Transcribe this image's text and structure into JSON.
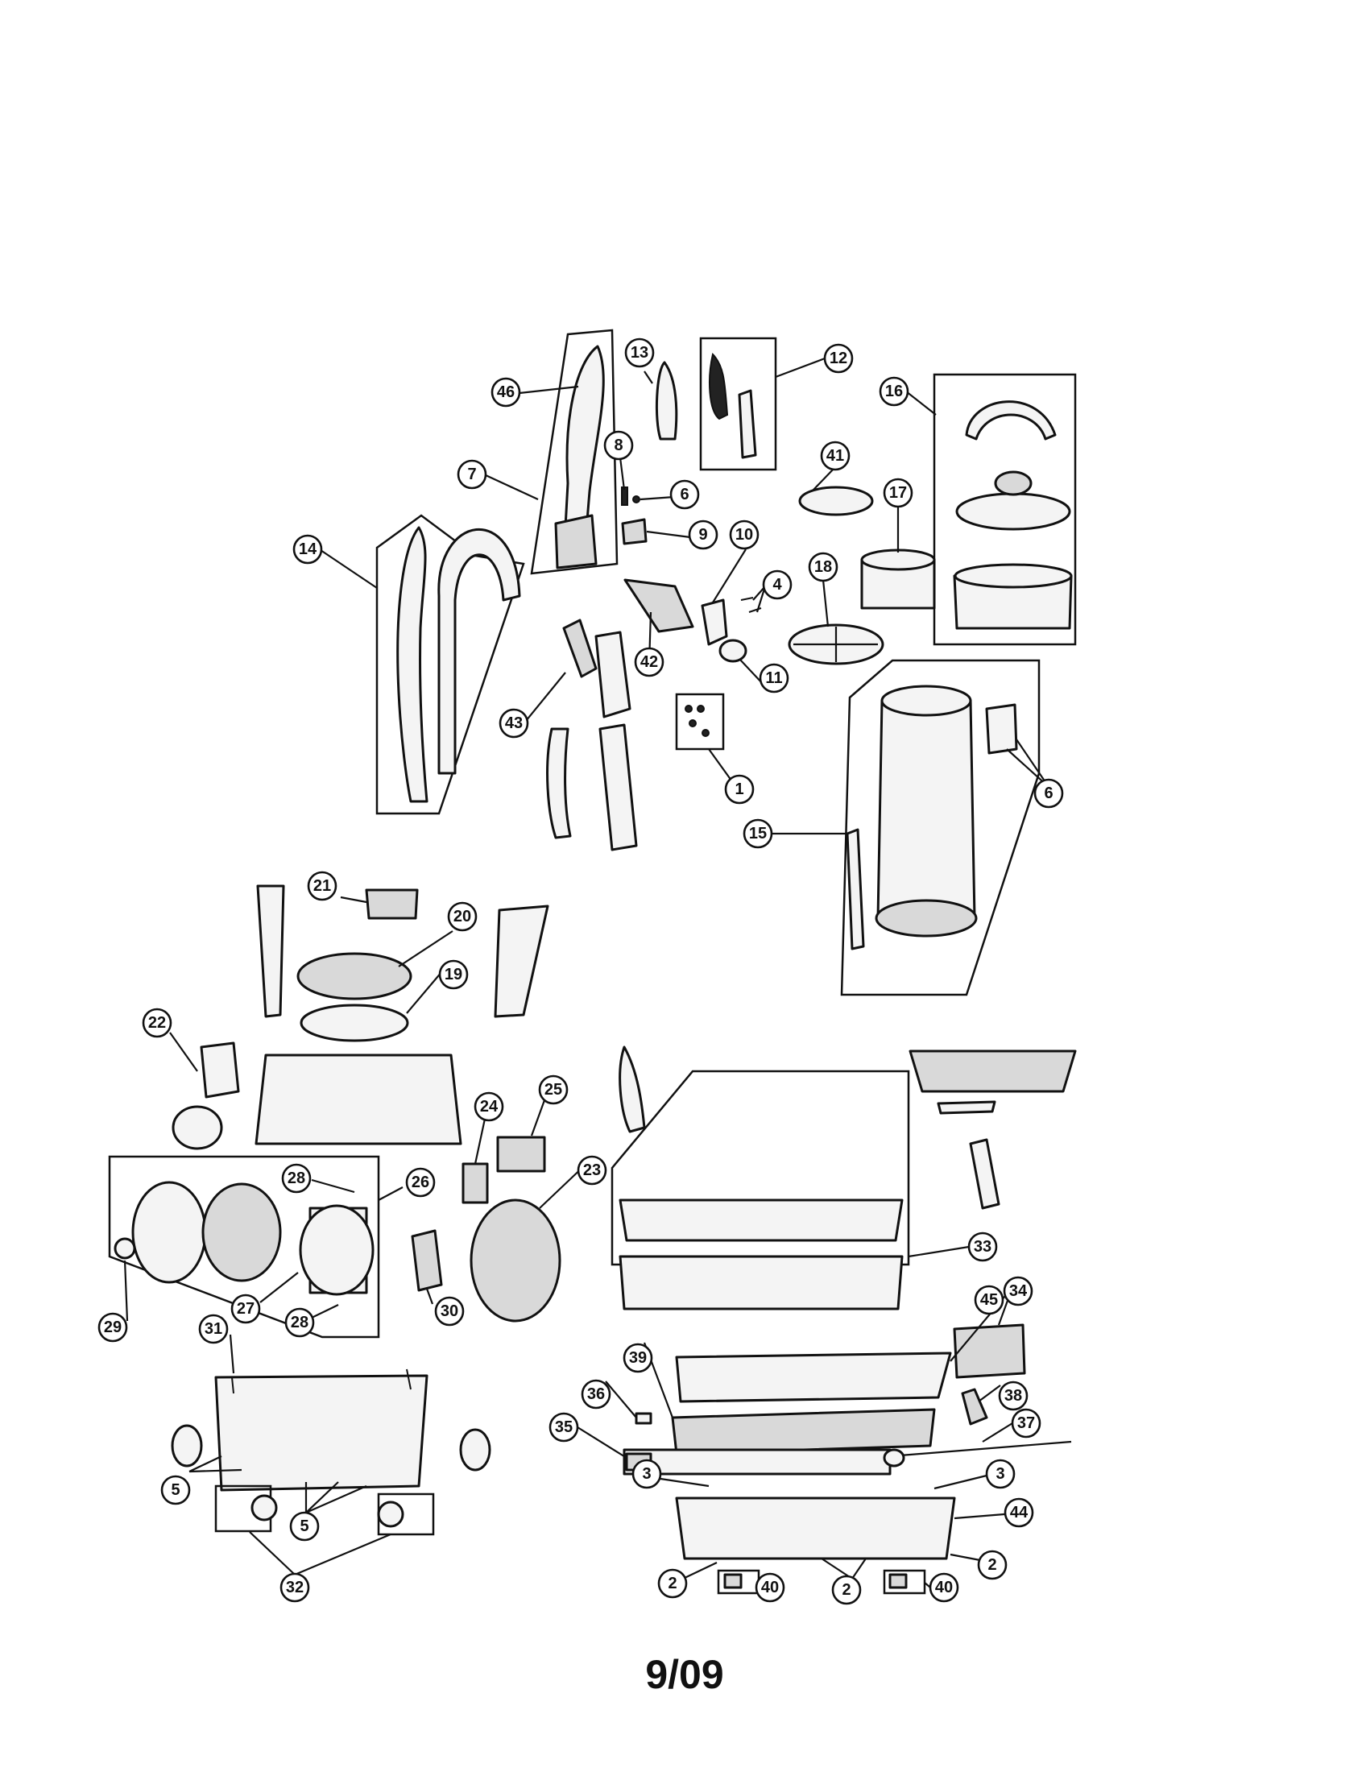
{
  "footer": {
    "date_code": "9/09"
  },
  "callouts": {
    "c1": "1",
    "c2": "2",
    "c3": "3",
    "c4": "4",
    "c5": "5",
    "c6": "6",
    "c7": "7",
    "c8": "8",
    "c9": "9",
    "c10": "10",
    "c11": "11",
    "c12": "12",
    "c13": "13",
    "c14": "14",
    "c15": "15",
    "c16": "16",
    "c17": "17",
    "c18": "18",
    "c19": "19",
    "c20": "20",
    "c21": "21",
    "c22": "22",
    "c23": "23",
    "c24": "24",
    "c25": "25",
    "c26": "26",
    "c27": "27",
    "c28": "28",
    "c29": "29",
    "c30": "30",
    "c31": "31",
    "c32": "32",
    "c33": "33",
    "c34": "34",
    "c35": "35",
    "c36": "36",
    "c37": "37",
    "c38": "38",
    "c39": "39",
    "c40": "40",
    "c41": "41",
    "c42": "42",
    "c43": "43",
    "c44": "44",
    "c45": "45",
    "c46": "46"
  }
}
